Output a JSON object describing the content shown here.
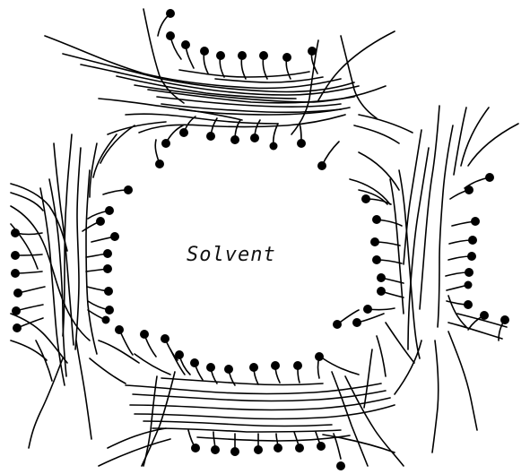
{
  "figure": {
    "center_label": "Solvent"
  },
  "colors": {
    "ink": "#000000",
    "background": "#ffffff"
  },
  "structure": {
    "bilayers": [
      "top",
      "left",
      "right",
      "bottom"
    ],
    "head_icon": "filled-circle",
    "tail_icon": "wavy-hydrocarbon-chain"
  }
}
